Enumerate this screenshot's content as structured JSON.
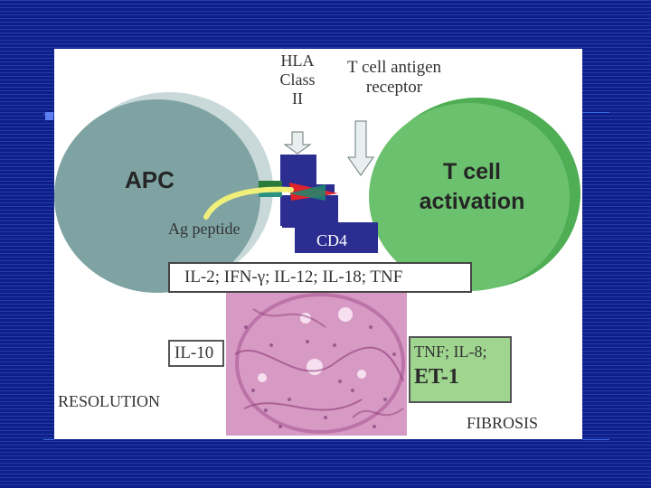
{
  "diagram": {
    "hla_label": "HLA\nClass\nII",
    "tcr_label": "T cell antigen\nreceptor",
    "apc_label": "APC",
    "tcell_label": "T cell\nactivation",
    "ag_peptide_label": "Ag peptide",
    "cd4_label": "CD4",
    "cytokines_label": "IL-2; IFN-γ; IL-12; IL-18; TNF",
    "il10_label": "IL-10",
    "fibrosis_mediators": {
      "line1": "TNF; IL-8;",
      "line2": "ET-1"
    },
    "resolution_label": "RESOLUTION",
    "fibrosis_label": "FIBROSIS"
  },
  "colors": {
    "background": "#0d1f8a",
    "apc": "#7fa3a3",
    "tcell": "#6cc16f",
    "receptor_block": "#2b2d91",
    "peptide": "#f0ef7a",
    "fibrosis_box": "#9fd58f",
    "histology": "#d79ac4"
  }
}
